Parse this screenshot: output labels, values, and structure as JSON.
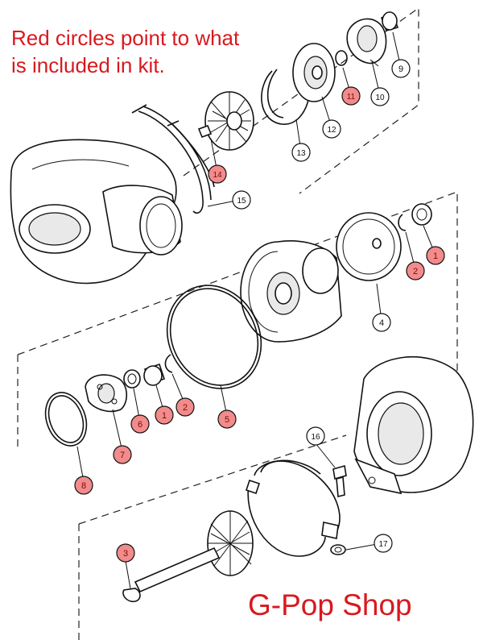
{
  "caption": {
    "line1": "Red circles point to what",
    "line2": "is included in kit."
  },
  "shop_name": "G-Pop Shop",
  "colors": {
    "caption_text": "#d8191f",
    "kit_badge_fill": "#f28b8b",
    "plain_badge_fill": "#ffffff",
    "line": "#111111"
  },
  "callouts": [
    {
      "id": "c9",
      "label": "9",
      "in_kit": false
    },
    {
      "id": "c10",
      "label": "10",
      "in_kit": false
    },
    {
      "id": "c11",
      "label": "11",
      "in_kit": true
    },
    {
      "id": "c12",
      "label": "12",
      "in_kit": false
    },
    {
      "id": "c13",
      "label": "13",
      "in_kit": false
    },
    {
      "id": "c14",
      "label": "14",
      "in_kit": true
    },
    {
      "id": "c15",
      "label": "15",
      "in_kit": false
    },
    {
      "id": "c1a",
      "label": "1",
      "in_kit": true
    },
    {
      "id": "c2a",
      "label": "2",
      "in_kit": true
    },
    {
      "id": "c4",
      "label": "4",
      "in_kit": false
    },
    {
      "id": "c5",
      "label": "5",
      "in_kit": true
    },
    {
      "id": "c6",
      "label": "6",
      "in_kit": true
    },
    {
      "id": "c1b",
      "label": "1",
      "in_kit": true
    },
    {
      "id": "c2b",
      "label": "2",
      "in_kit": true
    },
    {
      "id": "c7",
      "label": "7",
      "in_kit": true
    },
    {
      "id": "c8",
      "label": "8",
      "in_kit": true
    },
    {
      "id": "c16",
      "label": "16",
      "in_kit": false
    },
    {
      "id": "c17",
      "label": "17",
      "in_kit": false
    },
    {
      "id": "c3",
      "label": "3",
      "in_kit": true
    }
  ]
}
